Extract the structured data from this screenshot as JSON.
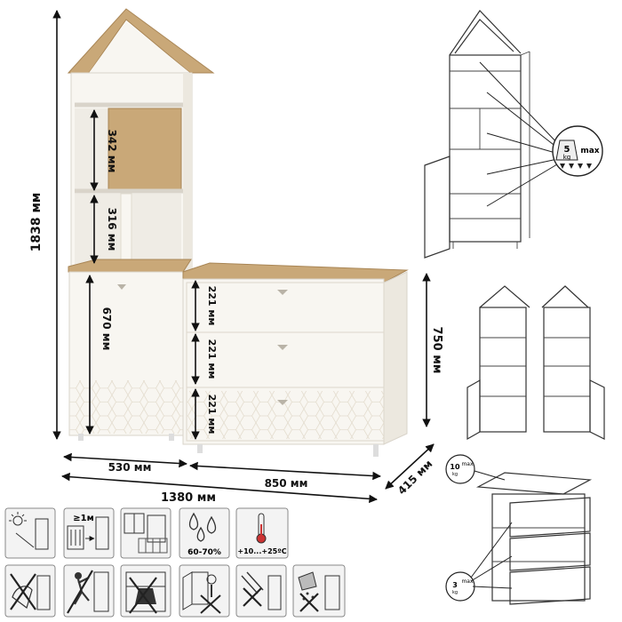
{
  "dimensions": {
    "total_height": "1838 мм",
    "niche_upper": "342 мм",
    "niche_lower": "316 мм",
    "cabinet_height": "670 мм",
    "drawer_1": "221 мм",
    "drawer_2": "221 мм",
    "drawer_3": "221 мм",
    "chest_height": "750 мм",
    "depth": "415 мм",
    "width_left": "530 мм",
    "width_right": "850 мм",
    "width_total": "1380 мм"
  },
  "load_limits": {
    "shelf_unit": {
      "value": "5",
      "unit": "kg",
      "label": "max"
    },
    "chest_top": {
      "value": "10",
      "unit": "kg",
      "label": "max"
    },
    "drawer": {
      "value": "3",
      "unit": "kg",
      "label": "max"
    }
  },
  "care_icons": {
    "row1": [
      {
        "name": "sunlight-icon",
        "text": ""
      },
      {
        "name": "heater-distance-icon",
        "text": "≥1м"
      },
      {
        "name": "room-icon",
        "text": ""
      },
      {
        "name": "humidity-icon",
        "text": "60-70%"
      },
      {
        "name": "temperature-icon",
        "text": "+10...+25ºC"
      }
    ],
    "row2": [
      {
        "name": "no-wet-cleaning-icon"
      },
      {
        "name": "no-climbing-icon"
      },
      {
        "name": "no-overload-icon"
      },
      {
        "name": "no-hanging-icon"
      },
      {
        "name": "no-chemicals-icon"
      },
      {
        "name": "no-scratch-icon"
      }
    ]
  },
  "colors": {
    "oak": "#c9a878",
    "oak_dark": "#a98656",
    "panel_white": "#f8f6f1",
    "edge": "#d9d4ca",
    "line": "#111111"
  }
}
